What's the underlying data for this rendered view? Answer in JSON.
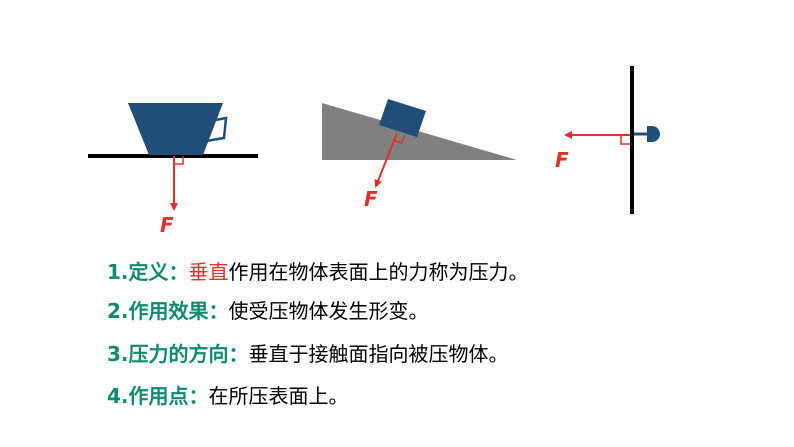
{
  "colors": {
    "shape_fill": "#1f4e79",
    "incline_fill": "#808080",
    "force_red": "#e0312b",
    "term_teal": "#0f8a6f",
    "highlight_red": "#e0312b",
    "surface_black": "#000000"
  },
  "figures": {
    "force_label": "F"
  },
  "definitions": [
    {
      "term": "1.定义：",
      "highlight": "垂直",
      "text": "作用在物体表面上的力称为压力。"
    },
    {
      "term": "2.作用效果：",
      "highlight": "",
      "text": "使受压物体发生形变。"
    },
    {
      "term": "3.压力的方向：",
      "highlight": "",
      "text": "垂直于接触面指向被压物体。"
    },
    {
      "term": "4.作用点：",
      "highlight": "",
      "text": "在所压表面上。"
    }
  ]
}
